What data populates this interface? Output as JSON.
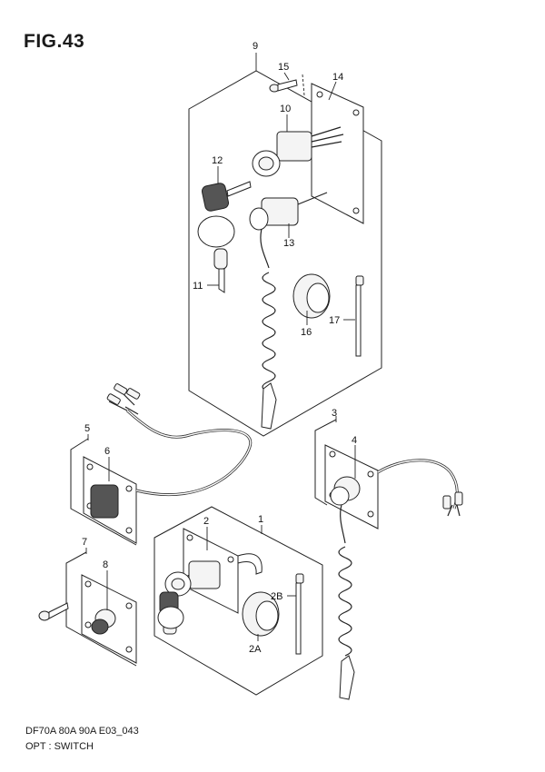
{
  "figure": {
    "title": "FIG.43"
  },
  "footer": {
    "model_line": "DF70A 80A 90A E03_043",
    "caption": "OPT : SWITCH"
  },
  "callouts": {
    "c1": "1",
    "c2": "2",
    "c2A": "2A",
    "c2B": "2B",
    "c3": "3",
    "c4": "4",
    "c5": "5",
    "c6": "6",
    "c7": "7",
    "c8": "8",
    "c9": "9",
    "c10": "10",
    "c11": "11",
    "c12": "12",
    "c13": "13",
    "c14": "14",
    "c15": "15",
    "c16": "16",
    "c17": "17"
  }
}
